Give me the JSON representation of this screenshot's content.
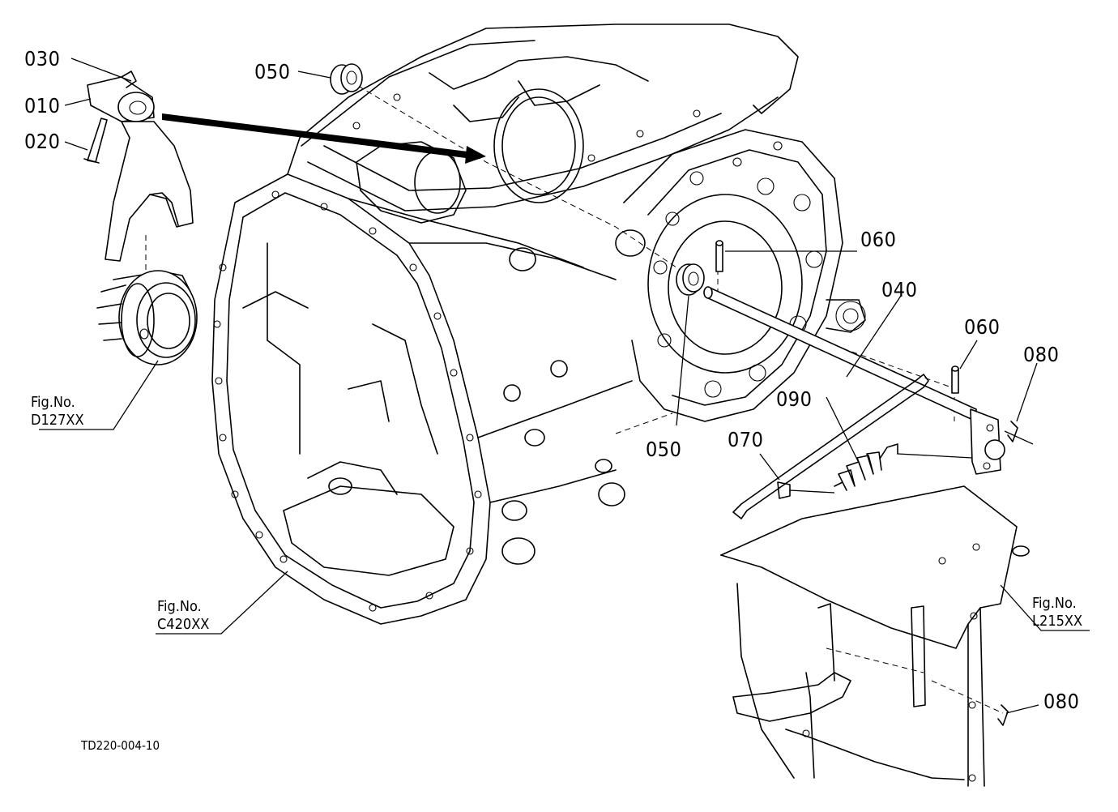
{
  "diagram_code": "TD220-004-10",
  "part_labels": [
    {
      "id": "030",
      "text": "030"
    },
    {
      "id": "010",
      "text": "010"
    },
    {
      "id": "020",
      "text": "020"
    },
    {
      "id": "050a",
      "text": "050"
    },
    {
      "id": "050b",
      "text": "050"
    },
    {
      "id": "060a",
      "text": "060"
    },
    {
      "id": "040",
      "text": "040"
    },
    {
      "id": "060b",
      "text": "060"
    },
    {
      "id": "080a",
      "text": "080"
    },
    {
      "id": "090",
      "text": "090"
    },
    {
      "id": "070",
      "text": "070"
    },
    {
      "id": "080b",
      "text": "080"
    }
  ],
  "figure_refs": [
    {
      "id": "d127",
      "line1": "Fig.No.",
      "line2": "D127XX"
    },
    {
      "id": "c420",
      "line1": "Fig.No.",
      "line2": "C420XX"
    },
    {
      "id": "l215",
      "line1": "Fig.No.",
      "line2": "L215XX"
    }
  ]
}
